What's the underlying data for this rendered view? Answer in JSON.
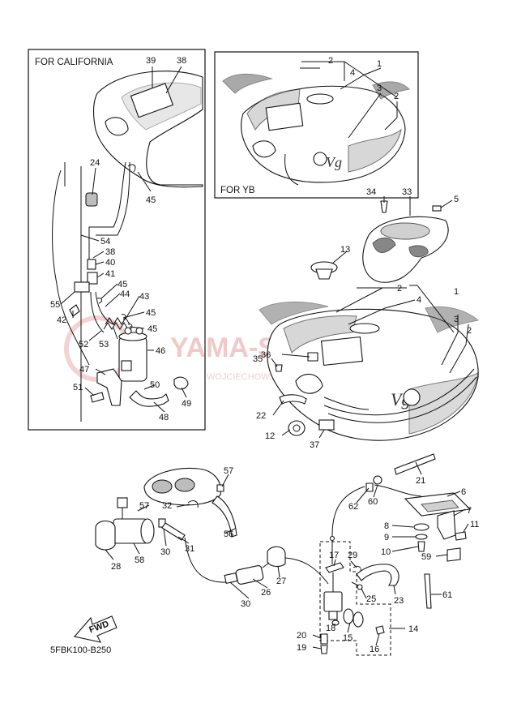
{
  "diagram": {
    "california_label": "FOR CALIFORNIA",
    "yb_label": "FOR YB",
    "fwd_label": "FWD",
    "diagram_code": "5FBK100-B250",
    "watermark_main": "YAMA-SHOP.PL",
    "watermark_sub": "WOJCIECHOWSKI DEALER YAMAHA",
    "callouts": {
      "c1_yb": "1",
      "c2_yb_a": "2",
      "c2_yb_b": "2",
      "c3_yb": "3",
      "c4_yb": "4",
      "c38_ca_top": "38",
      "c39": "39",
      "c24": "24",
      "c45_a": "45",
      "c54": "54",
      "c38_ca": "38",
      "c40": "40",
      "c41": "41",
      "c45_b": "45",
      "c44": "44",
      "c43": "43",
      "c55": "55",
      "c42": "42",
      "c45_c": "45",
      "c45_d": "45",
      "c52": "52",
      "c53": "53",
      "c46": "46",
      "c47": "47",
      "c50": "50",
      "c51": "51",
      "c49": "49",
      "c48": "48",
      "c34": "34",
      "c33": "33",
      "c5": "5",
      "c13": "13",
      "c2_main_a": "2",
      "c1_main": "1",
      "c4_main": "4",
      "c3_main": "3",
      "c2_main_b": "2",
      "c36": "36",
      "c35": "35",
      "c22": "22",
      "c12": "12",
      "c37": "37",
      "c21": "21",
      "c57_a": "57",
      "c32": "32",
      "c57_b": "57",
      "c56": "56",
      "c62": "62",
      "c60": "60",
      "c6": "6",
      "c7": "7",
      "c8": "8",
      "c9": "9",
      "c11": "11",
      "c10": "10",
      "c59": "59",
      "c58": "58",
      "c28": "28",
      "c30_a": "30",
      "c31": "31",
      "c17": "17",
      "c29": "29",
      "c27": "27",
      "c26": "26",
      "c30_b": "30",
      "c25": "25",
      "c23": "23",
      "c61": "61",
      "c18": "18",
      "c15": "15",
      "c14": "14",
      "c20": "20",
      "c19": "19",
      "c16": "16"
    }
  }
}
